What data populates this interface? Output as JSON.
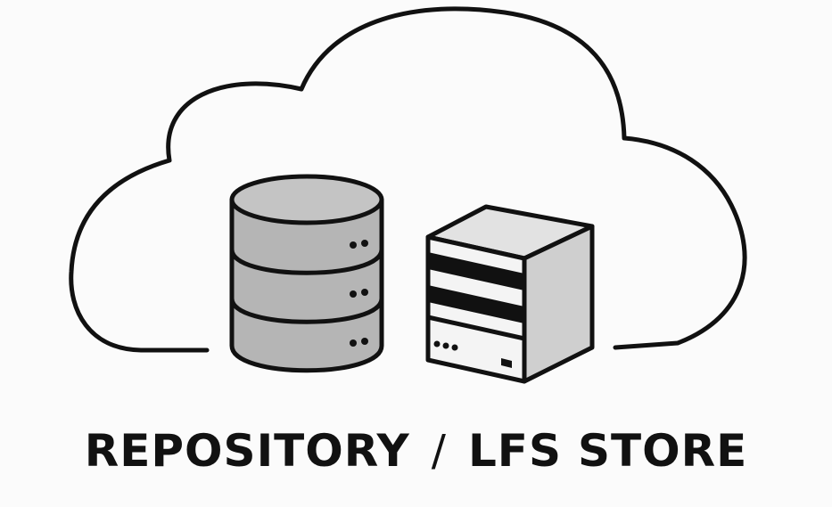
{
  "labels": {
    "repository": "REPOSITORY",
    "separator": "/",
    "lfs": "LFS",
    "store": "STORE"
  },
  "icons": {
    "cloud": "cloud-icon",
    "database": "database-icon",
    "server": "server-icon"
  },
  "colors": {
    "stroke": "#111111",
    "background": "#fbfbfb",
    "database_fill": "#b5b5b5",
    "server_top": "#e2e2e2",
    "server_side": "#cfcfcf",
    "server_front": "#f4f4f4"
  }
}
